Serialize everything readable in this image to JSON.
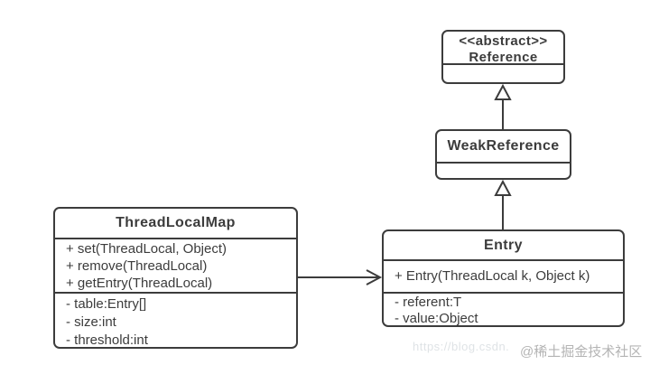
{
  "diagram": {
    "classes": {
      "reference": {
        "stereotype": "<<abstract>>",
        "name": "Reference"
      },
      "weak_reference": {
        "name": "WeakReference"
      },
      "entry": {
        "name": "Entry",
        "methods": [
          "+ Entry(ThreadLocal k, Object k)"
        ],
        "fields": [
          "- referent:T",
          "- value:Object"
        ]
      },
      "thread_local_map": {
        "name": "ThreadLocalMap",
        "methods": [
          "+ set(ThreadLocal, Object)",
          "+ remove(ThreadLocal)",
          "+ getEntry(ThreadLocal)"
        ],
        "fields": [
          "- table:Entry[]",
          "- size:int",
          "- threshold:int"
        ]
      }
    },
    "relationships": [
      {
        "type": "generalization",
        "from": "WeakReference",
        "to": "Reference"
      },
      {
        "type": "generalization",
        "from": "Entry",
        "to": "WeakReference"
      },
      {
        "type": "association",
        "from": "ThreadLocalMap",
        "to": "Entry"
      }
    ],
    "watermark": {
      "url_text": "https://blog.csdn.",
      "community_text": "@稀土掘金技术社区"
    },
    "colors": {
      "line": "#3c3c3c",
      "text": "#3c3c3c",
      "background": "#ffffff",
      "watermark_url": "#dfe3e6",
      "watermark_community": "#b4b4b4"
    }
  }
}
